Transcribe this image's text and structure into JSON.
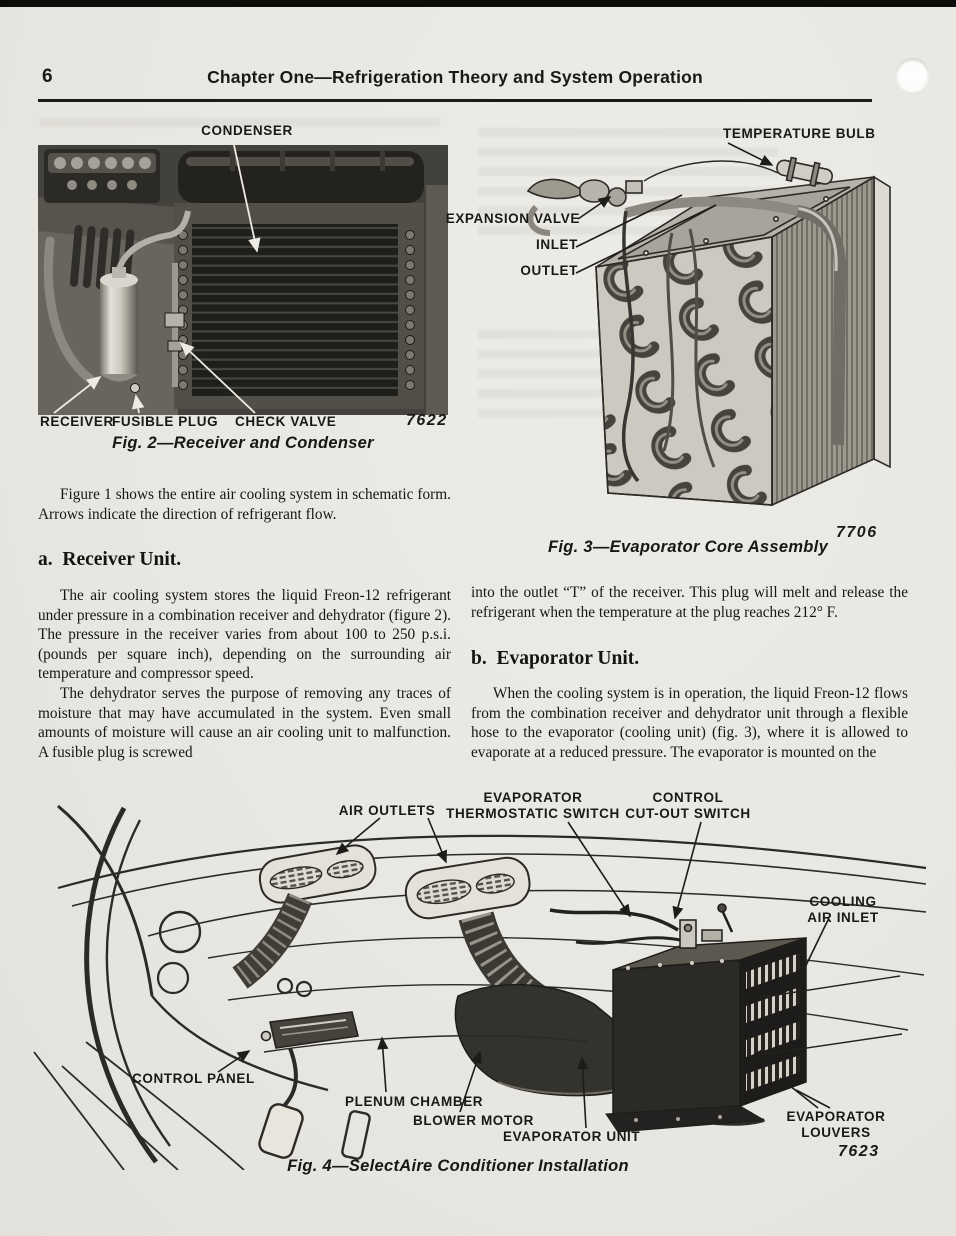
{
  "page": {
    "number": "6",
    "header_title": "Chapter One—Refrigeration Theory and System Operation"
  },
  "left_column": {
    "intro": "Figure 1 shows the entire air cooling system in schematic form. Arrows indicate the direction of refrigerant flow.",
    "section_a_heading": "a.  Receiver Unit.",
    "para1": "The air cooling system stores the liquid Freon-12 refrigerant under pressure in a combination receiver and dehydrator (figure 2). The pressure in the receiver varies from about 100 to 250 p.s.i. (pounds per square inch), depending on the surrounding air temperature and compressor speed.",
    "para2": "The dehydrator serves the purpose of removing any traces of moisture that may have accumulated in the system. Even small amounts of moisture will cause an air cooling unit to malfunction. A fusible plug is screwed"
  },
  "right_column": {
    "continued": "into the outlet “T” of the receiver. This plug will melt and release the refrigerant when the temperature at the plug reaches 212° F.",
    "section_b_heading": "b.  Evaporator Unit.",
    "para1": "When the cooling system is in operation, the liquid Freon-12 flows from the combination receiver and dehydrator unit through a flexible hose to the evaporator (cooling unit) (fig. 3), where it is allowed to evaporate at a reduced pressure. The evaporator is mounted on the"
  },
  "figure2": {
    "label_condenser": "CONDENSER",
    "label_receiver": "RECEIVER",
    "label_fusible_plug": "FUSIBLE PLUG",
    "label_check_valve": "CHECK VALVE",
    "photo_number": "7622",
    "caption": "Fig. 2—Receiver and Condenser"
  },
  "figure3": {
    "label_temperature_bulb": "TEMPERATURE BULB",
    "label_expansion_valve": "EXPANSION VALVE",
    "label_inlet": "INLET",
    "label_outlet": "OUTLET",
    "photo_number": "7706",
    "caption": "Fig. 3—Evaporator Core Assembly"
  },
  "figure4": {
    "label_air_outlets": "AIR OUTLETS",
    "label_evap_thermo_1": "EVAPORATOR",
    "label_evap_thermo_2": "THERMOSTATIC SWITCH",
    "label_control_cutout_1": "CONTROL",
    "label_control_cutout_2": "CUT-OUT SWITCH",
    "label_cooling_1": "COOLING",
    "label_cooling_2": "AIR INLET",
    "label_control_panel": "CONTROL PANEL",
    "label_plenum": "PLENUM CHAMBER",
    "label_blower": "BLOWER MOTOR",
    "label_evap_unit": "EVAPORATOR UNIT",
    "label_louvers_1": "EVAPORATOR",
    "label_louvers_2": "LOUVERS",
    "photo_number": "7623",
    "caption": "Fig. 4—SelectAire Conditioner Installation"
  },
  "colors": {
    "paper": "#e9e7e2",
    "ink": "#1b1b19"
  }
}
